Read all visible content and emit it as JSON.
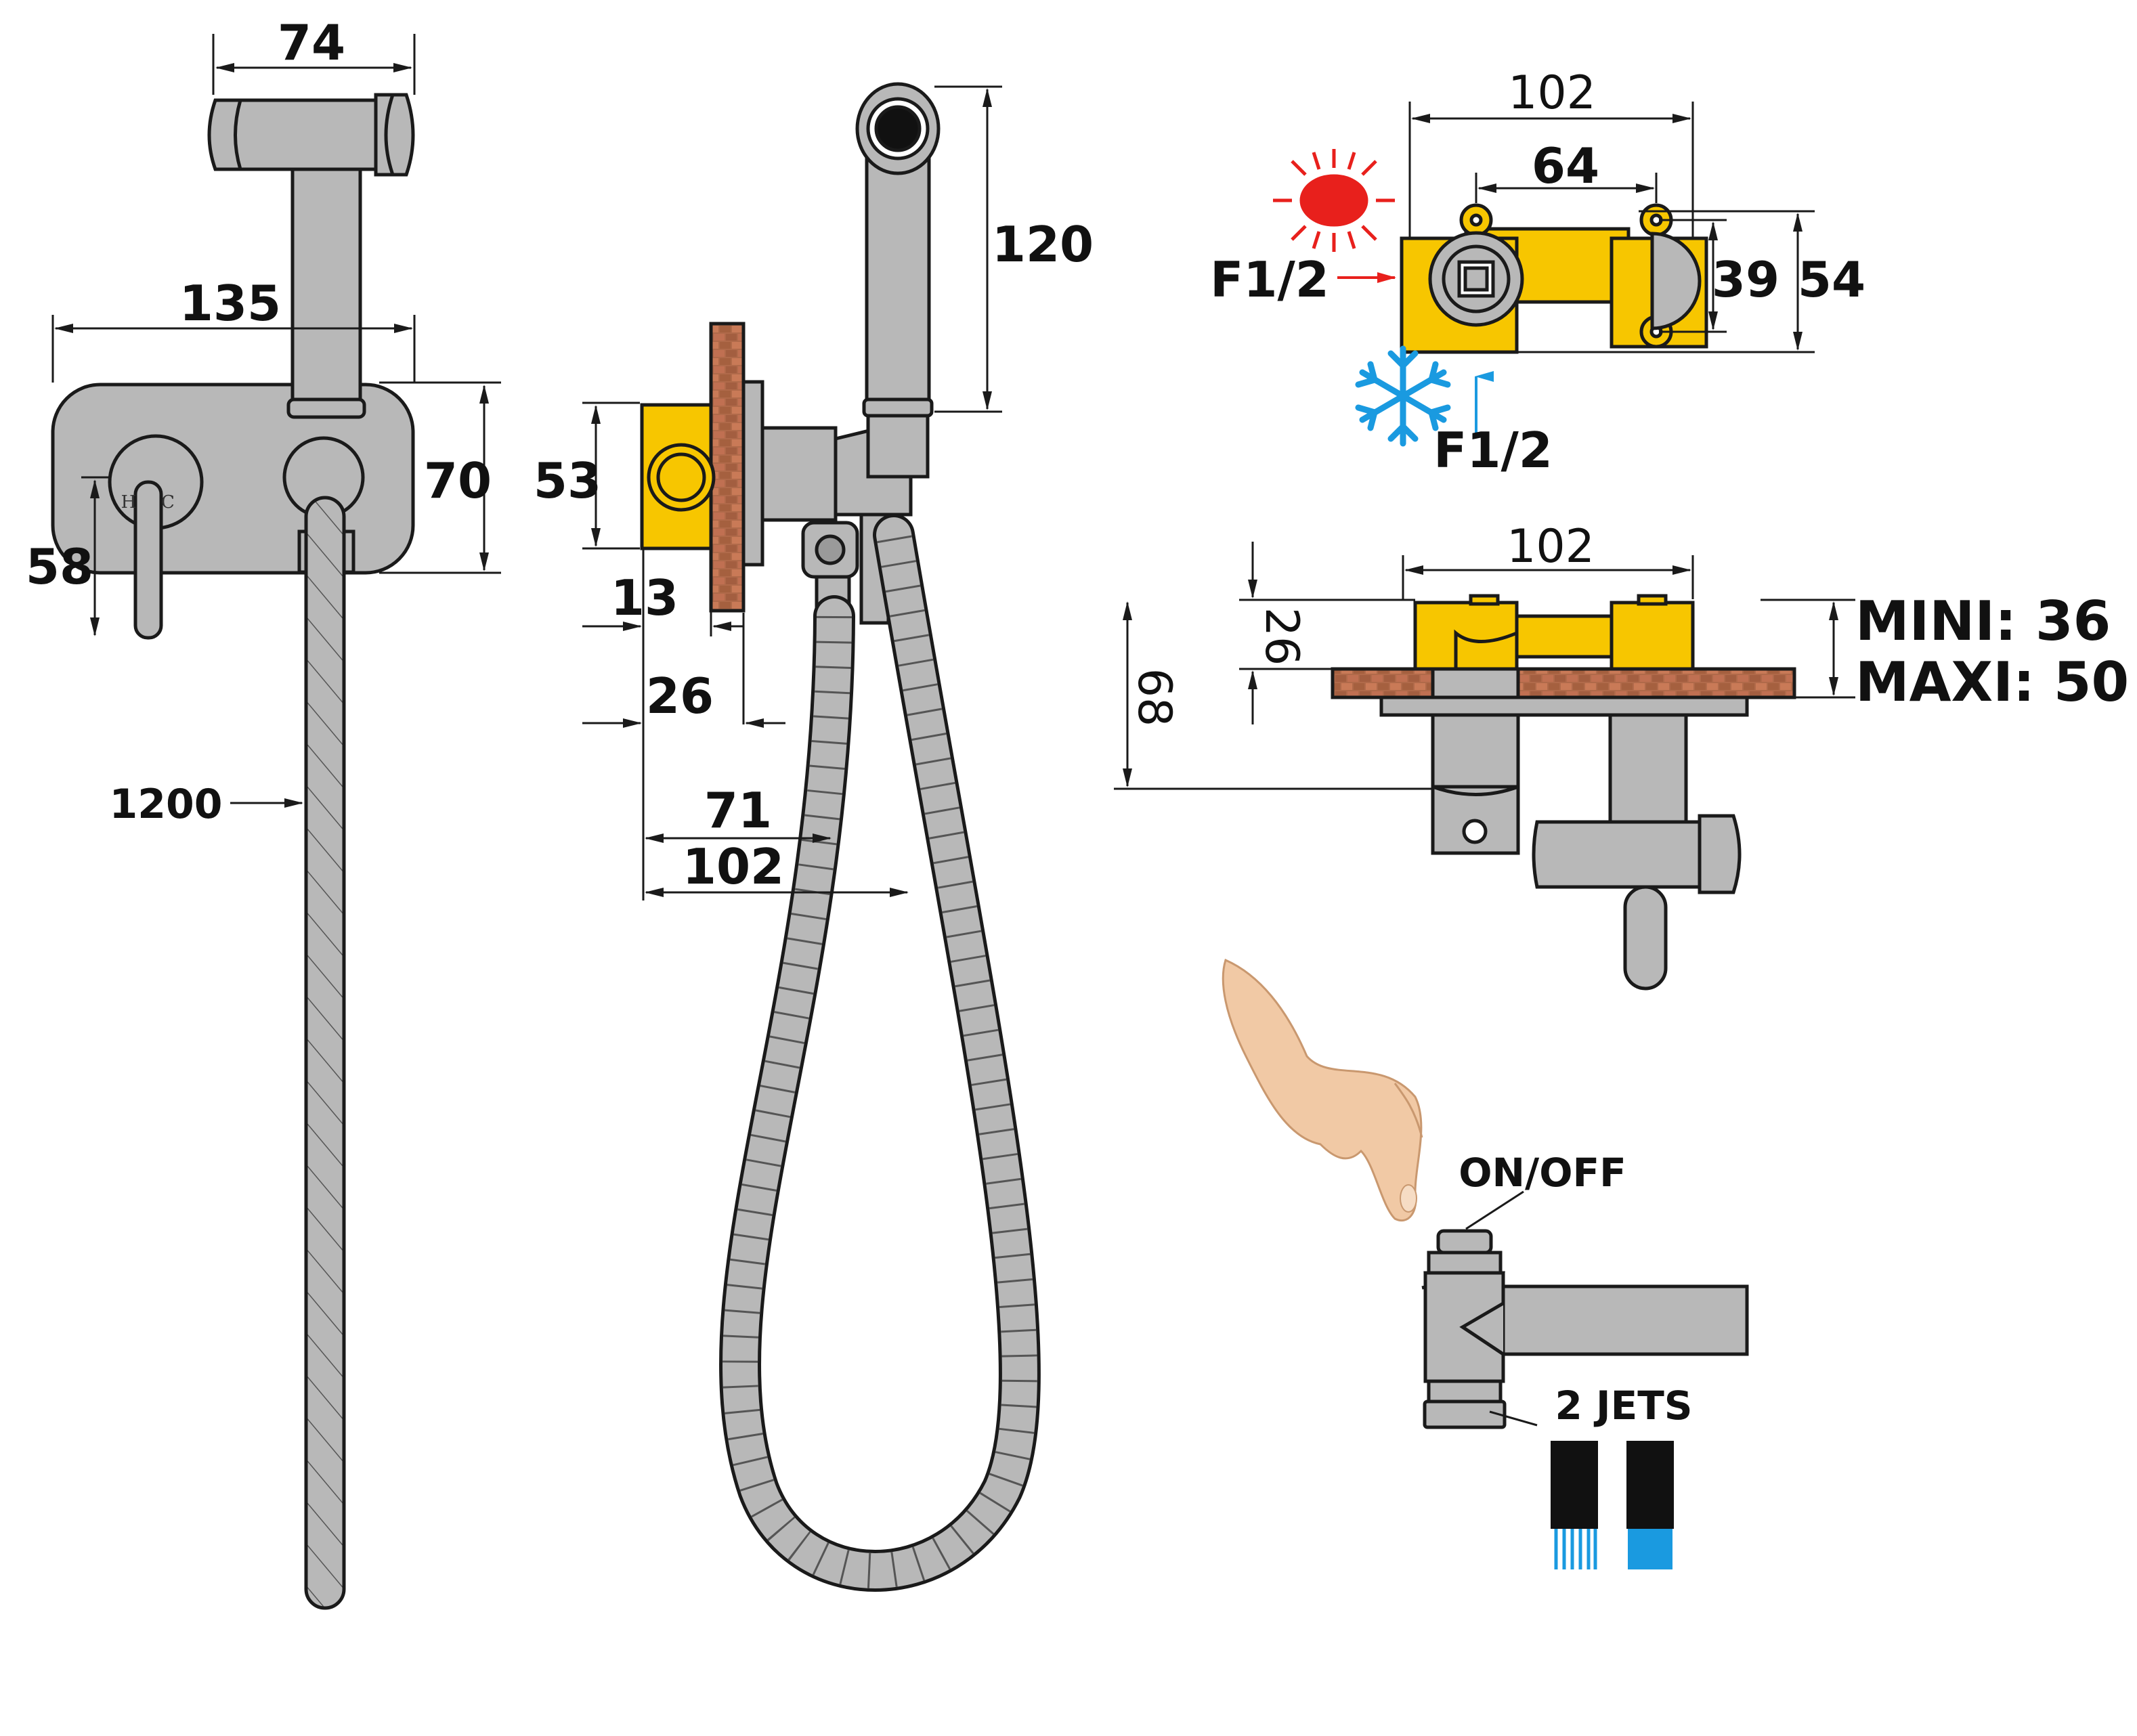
{
  "colors": {
    "metal": "#b8b8b8",
    "metal_dark": "#9a9a9a",
    "outline": "#1a1a1a",
    "brass": "#f7c600",
    "brick": "#b06a4a",
    "hot": "#e8201c",
    "cold": "#1a9ae0",
    "jet_blue": "#1a9ae0",
    "jet_black": "#111111"
  },
  "front_view": {
    "dim_top": "74",
    "dim_width": "135",
    "dim_height": "70",
    "dim_lever": "58",
    "hot_mark": "H",
    "cold_mark": "C",
    "hose_length": "1200"
  },
  "side_view": {
    "dim_head": "120",
    "dim_box": "53",
    "dim_13": "13",
    "dim_26": "26",
    "dim_71": "71",
    "dim_102": "102"
  },
  "valve_top": {
    "dim_outer": "102",
    "dim_centers": "64",
    "dim_39": "39",
    "dim_54": "54",
    "hot_inlet": "F1/2",
    "cold_inlet": "F1/2",
    "hot_icon": "sun-icon",
    "cold_icon": "snowflake-icon"
  },
  "valve_side": {
    "dim_width": "102",
    "dim_26": "26",
    "dim_68": "68",
    "mini": "MINI: 36",
    "maxi": "MAXI: 50"
  },
  "sprayer": {
    "button_label": "ON/OFF",
    "jets_label": "2 JETS",
    "finger_icon": "finger-pointing-icon"
  }
}
